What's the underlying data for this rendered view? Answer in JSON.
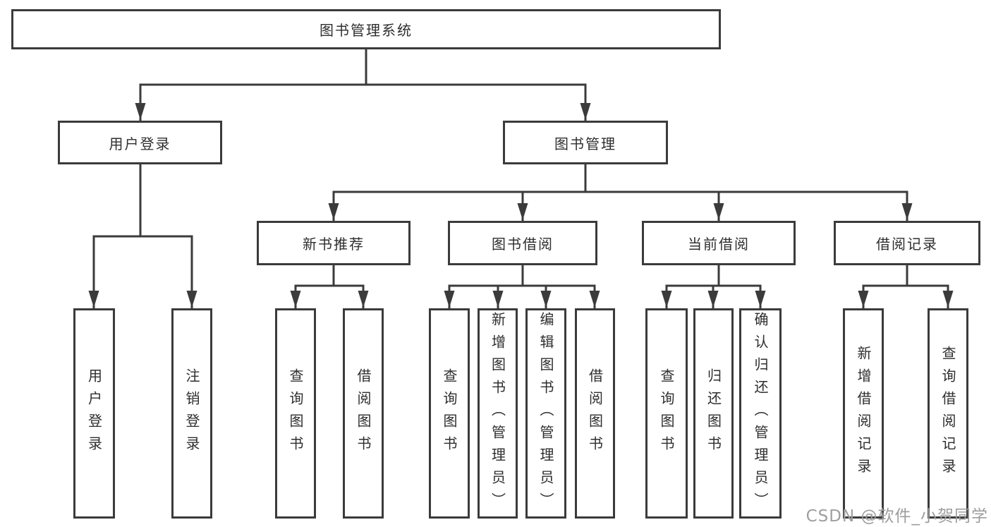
{
  "diagram_type": "hierarchy-tree",
  "colors": {
    "line": "#3b3b3b",
    "box_border": "#3b3b3b",
    "box_background": "#ffffff",
    "text": "#2e2e2e",
    "watermark": "#9e9e9e"
  },
  "nodes": {
    "root": {
      "label": "图书管理系统"
    },
    "user_login": {
      "label": "用户登录"
    },
    "book_mgmt": {
      "label": "图书管理"
    },
    "new_book_rec": {
      "label": "新书推荐"
    },
    "book_borrow": {
      "label": "图书借阅"
    },
    "current_borrow": {
      "label": "当前借阅"
    },
    "borrow_records": {
      "label": "借阅记录"
    },
    "leaf_user_login": {
      "label": "用户登录"
    },
    "leaf_logout": {
      "label": "注销登录"
    },
    "leaf_nb_query": {
      "label": "查询图书"
    },
    "leaf_nb_borrow": {
      "label": "借阅图书"
    },
    "leaf_bb_query": {
      "label": "查询图书"
    },
    "leaf_bb_add": {
      "label": "新增图书（管理员）"
    },
    "leaf_bb_edit": {
      "label": "编辑图书（管理员）"
    },
    "leaf_bb_borrow": {
      "label": "借阅图书"
    },
    "leaf_cb_query": {
      "label": "查询图书"
    },
    "leaf_cb_return": {
      "label": "归还图书"
    },
    "leaf_cb_confirm": {
      "label": "确认归还（管理员）"
    },
    "leaf_br_add": {
      "label": "新增借阅记录"
    },
    "leaf_br_query": {
      "label": "查询借阅记录"
    }
  },
  "watermark": {
    "text": "CSDN @软件_小贺同学"
  }
}
